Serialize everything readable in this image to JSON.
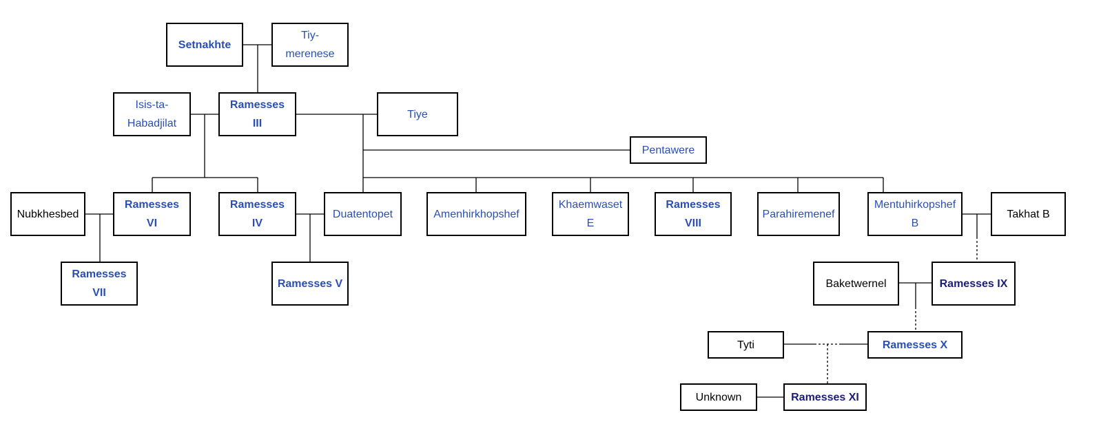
{
  "colors": {
    "link": "#2a4fb0",
    "visited": "#1a1d7a",
    "plain": "#000000",
    "border": "#000000"
  },
  "nodes": {
    "setnakhte": "Setnakhte",
    "tiy_merenese": "Tiy-\nmerenese",
    "isis_ta_habadjilat": "Isis-ta-\nHabadjilat",
    "ramesses_iii": "Ramesses\nIII",
    "tiye": "Tiye",
    "pentawere": "Pentawere",
    "nubkhesbed": "Nubkhesbed",
    "ramesses_vi": "Ramesses\nVI",
    "ramesses_iv": "Ramesses\nIV",
    "duatentopet": "Duatentopet",
    "amenhirkhopshef": "Amenhirkhopshef",
    "khaemwaset_e": "Khaemwaset\nE",
    "ramesses_viii": "Ramesses\nVIII",
    "parahiremenef": "Parahiremenef",
    "mentuhirkopshef_b": "Mentuhirkopshef\nB",
    "takhat_b": "Takhat B",
    "ramesses_vii": "Ramesses\nVII",
    "ramesses_v": "Ramesses V",
    "baketwernel": "Baketwernel",
    "ramesses_ix": "Ramesses IX",
    "tyti": "Tyti",
    "ramesses_x": "Ramesses X",
    "unknown": "Unknown",
    "ramesses_xi": "Ramesses XI"
  }
}
